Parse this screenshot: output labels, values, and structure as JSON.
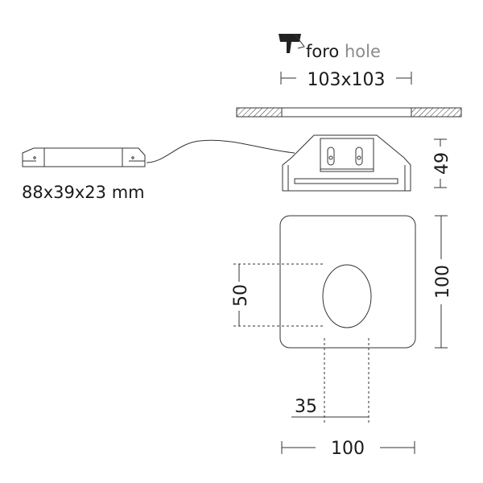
{
  "hole_label": {
    "word_it": "foro",
    "word_en": "hole",
    "icon": "drill-hole-icon"
  },
  "dimensions": {
    "hole_size": "103x103",
    "height": "49",
    "driver_size": "88x39x23 mm",
    "front_height": "100",
    "front_width": "100",
    "lens_height": "50",
    "lens_width": "35"
  },
  "colors": {
    "line": "#333333",
    "hole_text": "#8a8a8a",
    "text": "#1a1a1a"
  }
}
